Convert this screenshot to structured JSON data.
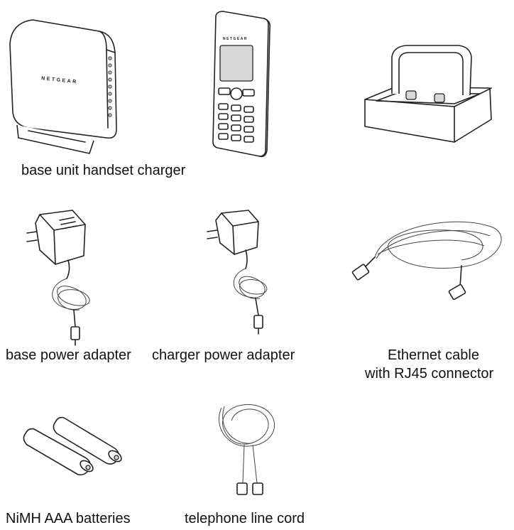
{
  "brand": "NETGEAR",
  "labels": {
    "base_handset_charger": "base unit handset charger",
    "base_power_adapter": "base power adapter",
    "charger_power_adapter": "charger power adapter",
    "ethernet_line1": "Ethernet cable",
    "ethernet_line2": "with RJ45 connector",
    "batteries": "NiMH AAA batteries",
    "telephone_cord": "telephone line cord"
  }
}
